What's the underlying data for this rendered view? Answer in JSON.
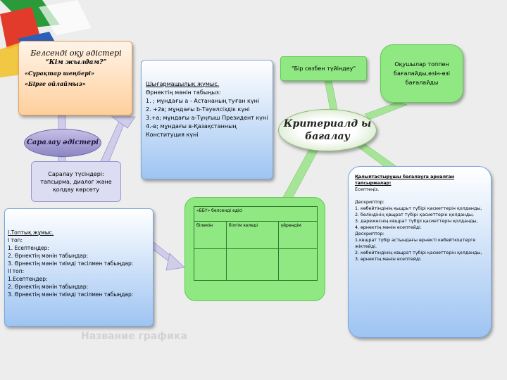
{
  "methods": {
    "title": "Белсенді оқу әдістері",
    "subtitle": "“Кім жылдам?”",
    "items": [
      "«Сұрақтар шеңбері»",
      "«Бірге ойлаймыз»"
    ]
  },
  "practical": {
    "heading": "Шығармашылық жұмыс.",
    "lines": [
      "Өрнектің мәнін табыңыз:",
      "1. ; мұндағы a - Астананың туған күні",
      "2. +2в; мұндағы b-Тәуелсіздік күні",
      "3.+a; мұндағы a-Тұңғыш Президент күні",
      "4.-в; мұндағы в-Қазақстанның",
      "Конституция күні"
    ]
  },
  "differentiation": {
    "oval_label": "Саралау әдістері",
    "types_text": "Саралау түсіндері: тапсырма, диалог және қолдау көрсету"
  },
  "groupwork": {
    "heading": "І.Топтық жұмыс.",
    "lines": [
      "І топ:",
      "1. Есептеңдер:",
      "2. Өрнектің мәнін табыңдар:",
      "3. Өрнектің мәнін тиімді тәсілмен табыңдар:",
      "ІІ топ:",
      "1.Есептеңдер:",
      "2. Өрнектің мәнін табыңдар:",
      "3. Өрнектің мәнін тиімді тәсілмен табыңдар:"
    ]
  },
  "kwl": {
    "header": "«ББҮ» белсенді әдісі",
    "columns": [
      "білемін",
      "білгім келеді",
      "үйрендім"
    ]
  },
  "one_word": "\"Бір сөзбен түйіндеу\"",
  "peer_assessment": "Оқушылар топпен бағалайды,өзін-өзі бағалайды",
  "criteria": "Критериалд ы бағалау",
  "formative": {
    "heading": "Қалыптастырушы бағалауға арналған тапсырмалар:",
    "lines": [
      "Есептеңіз.",
      "",
      "Дескриптор:",
      "1. көбейтіндінің қьщрьт түбірі қасиеттерін қолданды,",
      "2. бөліндінің қвщрат түбірі қасиеттерін қолданды,",
      "3. дәрежеснің квщрат түбірі қасиеттерін қолданды,",
      "4. өрнектің мәнін есептейді.",
      "Дескриптор:",
      "1.квщрат түбір астындағы өрнекті көбейткіштерге жіктейді.",
      "2. көбейтіндінің квщрат түбірі қасиеттерін қолданды,",
      "3. өрнектің мәнін есептейді."
    ]
  },
  "watermark": "Название графика",
  "colors": {
    "orange_box": "#ffcf9c",
    "blue_box": "#9ec4f2",
    "green_box": "#8fe882",
    "lavender": "#c6bfe6",
    "connector_green": "#a6e597",
    "connector_lavender": "#cfcdea"
  }
}
